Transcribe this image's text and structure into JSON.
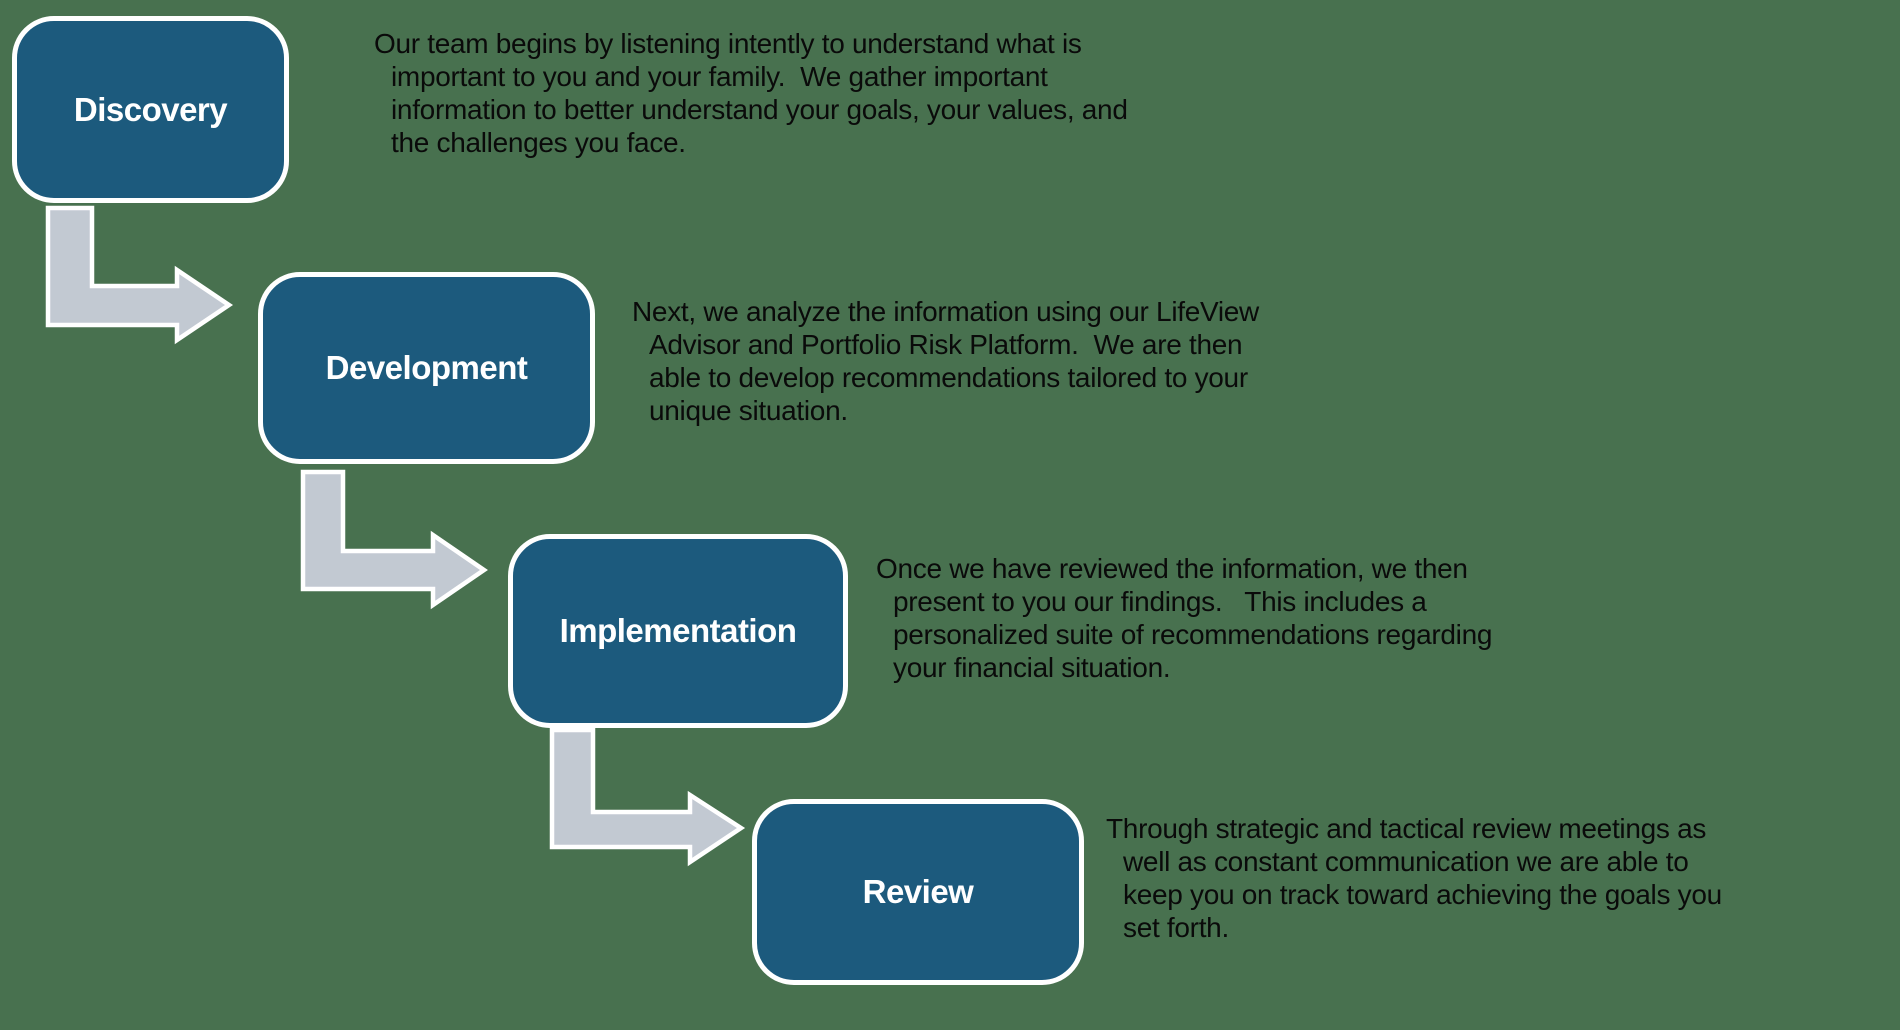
{
  "colors": {
    "background": "#48714F",
    "box_fill": "#1C5A7D",
    "box_border": "#FFFFFF",
    "box_label": "#FFFFFF",
    "arrow_fill": "#C2C9D2",
    "arrow_border": "#FFFFFF",
    "description_text": "#0A0A0A"
  },
  "diagram": {
    "type": "stepped-process-flow",
    "stages": [
      {
        "label": "Discovery",
        "description": "Our team begins by listening intently to understand what is important to you and your family.  We gather important information to better understand your goals, your values, and the challenges you face.",
        "lines": [
          "Our team begins by listening intently to understand what is",
          "important to you and your family.  We gather important",
          "information to better understand your goals, your values, and",
          "the challenges you face."
        ]
      },
      {
        "label": "Development",
        "description": "Next, we analyze the information using our LifeView Advisor and Portfolio Risk Platform.  We are then able to develop recommendations tailored to your unique situation.",
        "lines": [
          "Next, we analyze the information using our LifeView",
          "Advisor and Portfolio Risk Platform.  We are then",
          "able to develop recommendations tailored to your",
          "unique situation."
        ]
      },
      {
        "label": "Implementation",
        "description": "Once we have reviewed the information, we then present to you our findings.   This includes a personalized suite of recommendations regarding your financial situation.",
        "lines": [
          "Once we have reviewed the information, we then",
          "present to you our findings.   This includes a",
          "personalized suite of recommendations regarding",
          "your financial situation."
        ]
      },
      {
        "label": "Review",
        "description": "Through strategic and tactical review meetings as well as constant communication we are able to keep you on track toward achieving the goals you set forth.",
        "lines": [
          "Through strategic and tactical review meetings as",
          "well as constant communication we are able to",
          "keep you on track toward achieving the goals you",
          "set forth."
        ]
      }
    ]
  }
}
